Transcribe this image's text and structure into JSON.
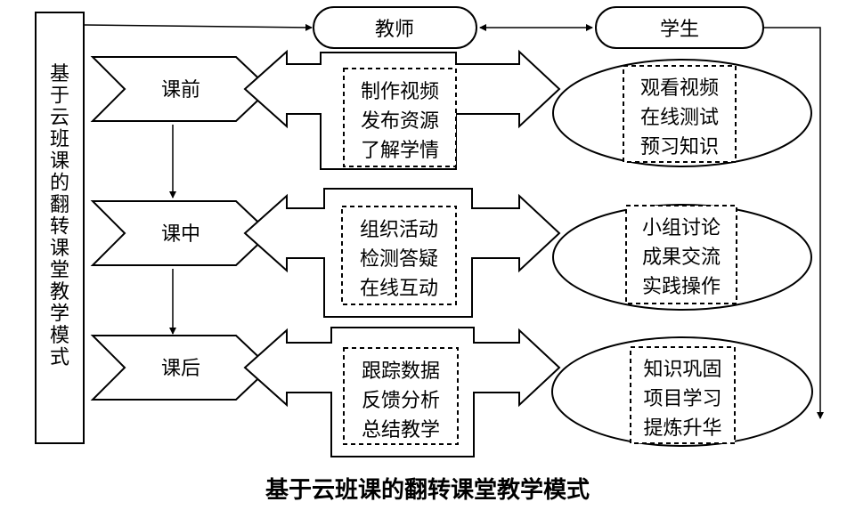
{
  "side_title": "基于云班课的翻转课堂教学模式",
  "caption": "基于云班课的翻转课堂教学模式",
  "roles": {
    "teacher": "教师",
    "student": "学生"
  },
  "stages": [
    {
      "name": "课前",
      "teacher_lines": [
        "制作视频",
        "发布资源",
        "了解学情"
      ],
      "student_lines": [
        "观看视频",
        "在线测试",
        "预习知识"
      ]
    },
    {
      "name": "课中",
      "teacher_lines": [
        "组织活动",
        "检测答疑",
        "在线互动"
      ],
      "student_lines": [
        "小组讨论",
        "成果交流",
        "实践操作"
      ]
    },
    {
      "name": "课后",
      "teacher_lines": [
        "跟踪数据",
        "反馈分析",
        "总结教学"
      ],
      "student_lines": [
        "知识巩固",
        "项目学习",
        "提炼升华"
      ]
    }
  ]
}
